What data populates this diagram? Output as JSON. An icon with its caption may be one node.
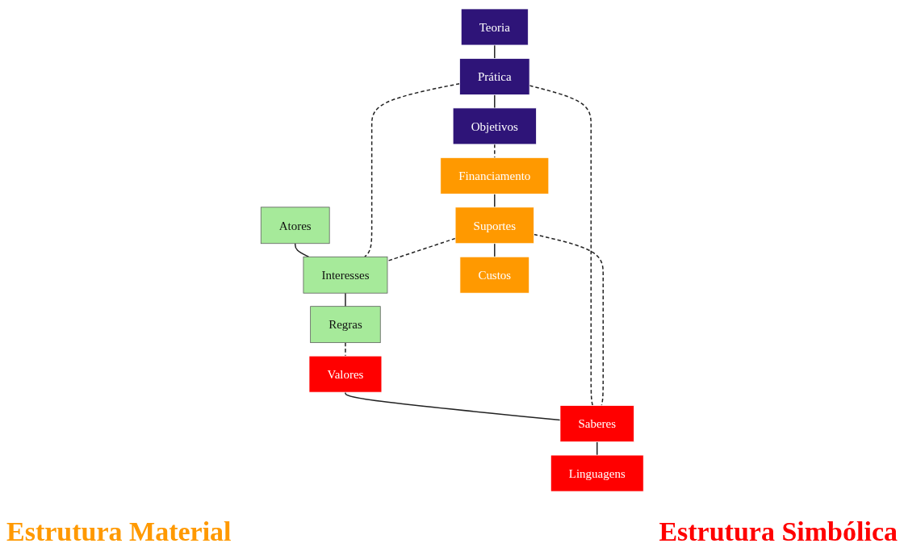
{
  "diagram": {
    "nodes": [
      {
        "text": [
          "Teoria"
        ]
      },
      {
        "text": [
          "Prática"
        ]
      },
      {
        "text": [
          "Objetivos"
        ]
      },
      {
        "text": [
          "Atores"
        ]
      },
      {
        "text": [
          "Interesses"
        ]
      },
      {
        "text": [
          "Regras"
        ]
      },
      {
        "text": [
          "Financiamento"
        ]
      },
      {
        "text": [
          "Suportes"
        ]
      },
      {
        "text": [
          "Custos"
        ]
      },
      {
        "text": [
          "Valores"
        ]
      },
      {
        "text": [
          "Saberes"
        ]
      },
      {
        "text": [
          "Linguagens"
        ]
      }
    ],
    "edges": [
      {
        "from": 0,
        "to": 1,
        "arrow": "none"
      },
      {
        "from": 1,
        "to": 2,
        "arrow": "none"
      },
      {
        "from": 3,
        "to": 4,
        "arrow": "none"
      },
      {
        "from": 4,
        "to": 5,
        "arrow": "none"
      },
      {
        "from": 6,
        "to": 7,
        "arrow": "none"
      },
      {
        "from": 7,
        "to": 8,
        "arrow": "none"
      },
      {
        "from": 9,
        "to": 10,
        "arrow": "none"
      },
      {
        "from": 10,
        "to": 11,
        "arrow": "none"
      },
      {
        "from": 1,
        "to": 4,
        "arrow": "none",
        "style": "dashed"
      },
      {
        "from": 1,
        "to": 10,
        "arrow": "none",
        "style": "dashed"
      },
      {
        "from": 7,
        "to": 4,
        "arrow": "none",
        "style": "dashed"
      },
      {
        "from": 7,
        "to": 10,
        "arrow": "none",
        "style": "dashed"
      },
      {
        "from": 2,
        "to": 6,
        "arrow": "none",
        "style": "dashed"
      },
      {
        "from": 5,
        "to": 9,
        "arrow": "none",
        "style": "dashed"
      }
    ],
    "labels": [
      "Estrutura Material",
      "Estrutura Simbólica"
    ]
  }
}
